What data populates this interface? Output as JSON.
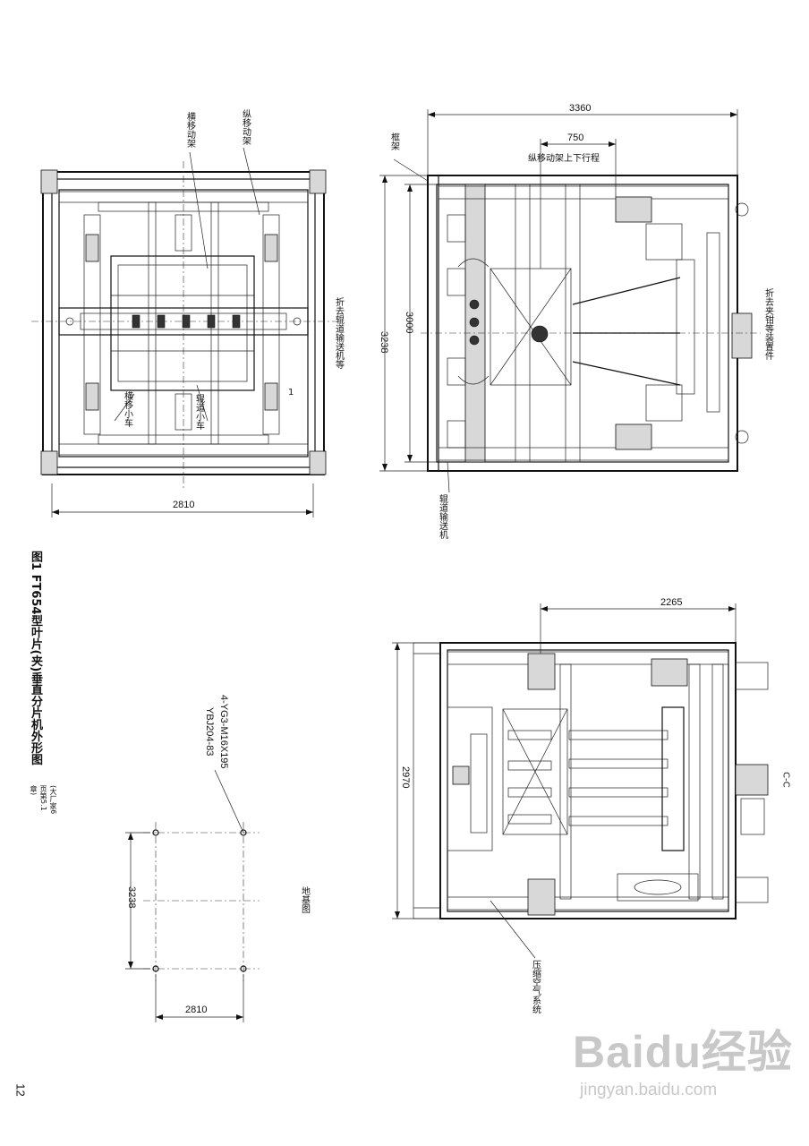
{
  "caption": {
    "title": "图1 FT654型叶片(夹)垂直分片机外形图",
    "note": "(大厂家6页第5.1章)"
  },
  "page_number": "12",
  "watermark": {
    "main": "Baidu经验",
    "sub": "jingyan.baidu.com"
  },
  "dimensions": {
    "top_left_width": "2810",
    "top_right_width": "3360",
    "top_right_stroke": "750",
    "top_right_height_outer": "3238",
    "top_right_height_inner": "3000",
    "bottom_right_width": "2265",
    "bottom_right_height": "2970",
    "foundation_width": "2810",
    "foundation_height": "3238"
  },
  "labels": {
    "top_left_1": "横移动架",
    "top_left_2": "纵移动架",
    "top_left_3": "横移小车",
    "top_left_4": "辊道小车",
    "top_left_mid": "折去辊道输送机等",
    "top_right_frame": "框架",
    "top_right_stroke_note": "纵移动架上下行程",
    "top_right_side": "折去夹钳等装置件",
    "top_right_bottom": "辊道输送机",
    "bolts": "4-YG3-M16X195",
    "bolts_std": "YBJ204-83",
    "foundation": "地基图",
    "air_system": "压缩空气系统",
    "section_mark": "C-C",
    "small_mark": "1"
  }
}
